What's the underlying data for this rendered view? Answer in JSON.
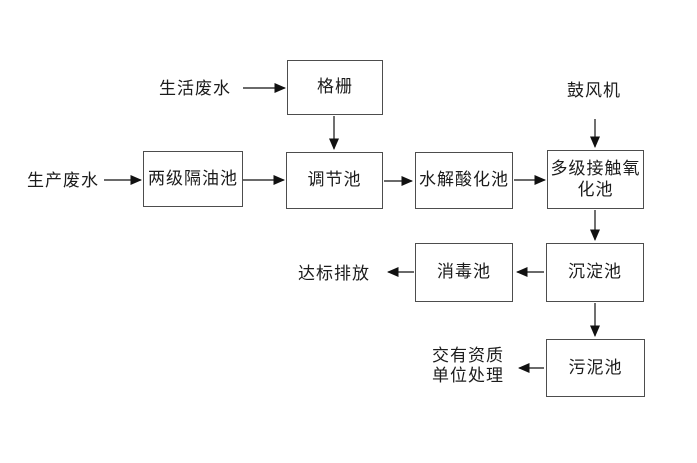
{
  "colors": {
    "background": "#ffffff",
    "box_border": "#4d4d4d",
    "arrow": "#111111",
    "text": "#1c1c1c"
  },
  "nodes": {
    "screen": {
      "label": "格栅"
    },
    "oil_separator": {
      "label": "两级隔油池"
    },
    "regulating": {
      "label": "调节池"
    },
    "hydrolysis": {
      "label": "水解酸化池"
    },
    "oxidation": {
      "label_line1": "多级接触氧",
      "label_line2": "化池"
    },
    "sedimentation": {
      "label": "沉淀池"
    },
    "disinfection": {
      "label": "消毒池"
    },
    "sludge": {
      "label": "污泥池"
    }
  },
  "annotations": {
    "domestic_wastewater": "生活废水",
    "production_wastewater": "生产废水",
    "blower": "鼓风机",
    "discharge": "达标排放",
    "qualified_unit_line1": "交有资质",
    "qualified_unit_line2": "单位处理"
  }
}
